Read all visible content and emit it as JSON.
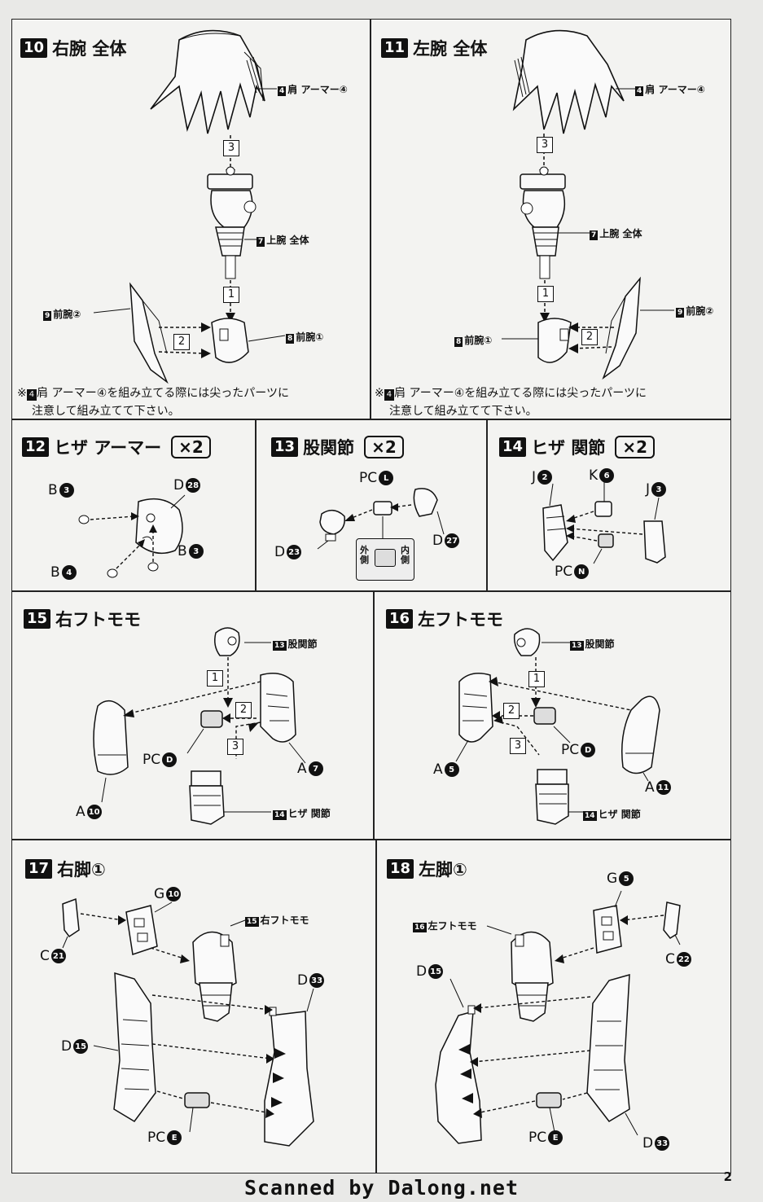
{
  "steps": {
    "s10": {
      "num": "10",
      "title": "右腕 全体",
      "labels": {
        "shoulder": "肩 アーマー④",
        "upper": "上腕 全体",
        "fore2": "前腕②",
        "fore1": "前腕①"
      },
      "tags": {
        "shoulder": "4",
        "upper": "7",
        "fore2": "9",
        "fore1": "8"
      },
      "arrows": [
        "3",
        "1",
        "2"
      ],
      "note_mark": "※",
      "note_tag": "4",
      "note_line1": "肩 アーマー④を組み立てる際には尖ったパーツに",
      "note_line2": "注意して組み立てて下さい。"
    },
    "s11": {
      "num": "11",
      "title": "左腕 全体",
      "labels": {
        "shoulder": "肩 アーマー④",
        "upper": "上腕 全体",
        "fore2": "前腕②",
        "fore1": "前腕①"
      },
      "tags": {
        "shoulder": "4",
        "upper": "7",
        "fore2": "9",
        "fore1": "8"
      },
      "arrows": [
        "3",
        "1",
        "2"
      ],
      "note_mark": "※",
      "note_tag": "4",
      "note_line1": "肩 アーマー④を組み立てる際には尖ったパーツに",
      "note_line2": "注意して組み立てて下さい。"
    },
    "s12": {
      "num": "12",
      "title": "ヒザ アーマー",
      "mult": "×2",
      "parts": [
        {
          "l": "B",
          "n": "3"
        },
        {
          "l": "D",
          "n": "28"
        },
        {
          "l": "B",
          "n": "3"
        },
        {
          "l": "B",
          "n": "4"
        }
      ]
    },
    "s13": {
      "num": "13",
      "title": "股関節",
      "mult": "×2",
      "parts": [
        {
          "l": "PC",
          "n": "L"
        },
        {
          "l": "D",
          "n": "27"
        },
        {
          "l": "D",
          "n": "23"
        }
      ],
      "outer": "外側",
      "inner": "内側"
    },
    "s14": {
      "num": "14",
      "title": "ヒザ 関節",
      "mult": "×2",
      "parts": [
        {
          "l": "J",
          "n": "2"
        },
        {
          "l": "K",
          "n": "6"
        },
        {
          "l": "J",
          "n": "3"
        },
        {
          "l": "PC",
          "n": "N"
        }
      ]
    },
    "s15": {
      "num": "15",
      "title": "右フトモモ",
      "labels": {
        "hip": "股関節",
        "knee": "ヒザ 関節"
      },
      "tags": {
        "hip": "13",
        "knee": "14"
      },
      "arrows": [
        "1",
        "2",
        "3"
      ],
      "parts": [
        {
          "l": "PC",
          "n": "D"
        },
        {
          "l": "A",
          "n": "7"
        },
        {
          "l": "A",
          "n": "10"
        }
      ]
    },
    "s16": {
      "num": "16",
      "title": "左フトモモ",
      "labels": {
        "hip": "股関節",
        "knee": "ヒザ 関節"
      },
      "tags": {
        "hip": "13",
        "knee": "14"
      },
      "arrows": [
        "1",
        "2",
        "3"
      ],
      "parts": [
        {
          "l": "PC",
          "n": "D"
        },
        {
          "l": "A",
          "n": "5"
        },
        {
          "l": "A",
          "n": "11"
        }
      ]
    },
    "s17": {
      "num": "17",
      "title": "右脚①",
      "labels": {
        "thigh": "右フトモモ"
      },
      "tags": {
        "thigh": "15"
      },
      "parts": [
        {
          "l": "G",
          "n": "10"
        },
        {
          "l": "C",
          "n": "21"
        },
        {
          "l": "D",
          "n": "33"
        },
        {
          "l": "D",
          "n": "15"
        },
        {
          "l": "PC",
          "n": "E"
        }
      ]
    },
    "s18": {
      "num": "18",
      "title": "左脚①",
      "labels": {
        "thigh": "左フトモモ"
      },
      "tags": {
        "thigh": "16"
      },
      "parts": [
        {
          "l": "G",
          "n": "5"
        },
        {
          "l": "C",
          "n": "22"
        },
        {
          "l": "D",
          "n": "15"
        },
        {
          "l": "PC",
          "n": "E"
        },
        {
          "l": "D",
          "n": "33"
        }
      ]
    }
  },
  "page_number": "2",
  "footer": "Scanned by Dalong.net"
}
